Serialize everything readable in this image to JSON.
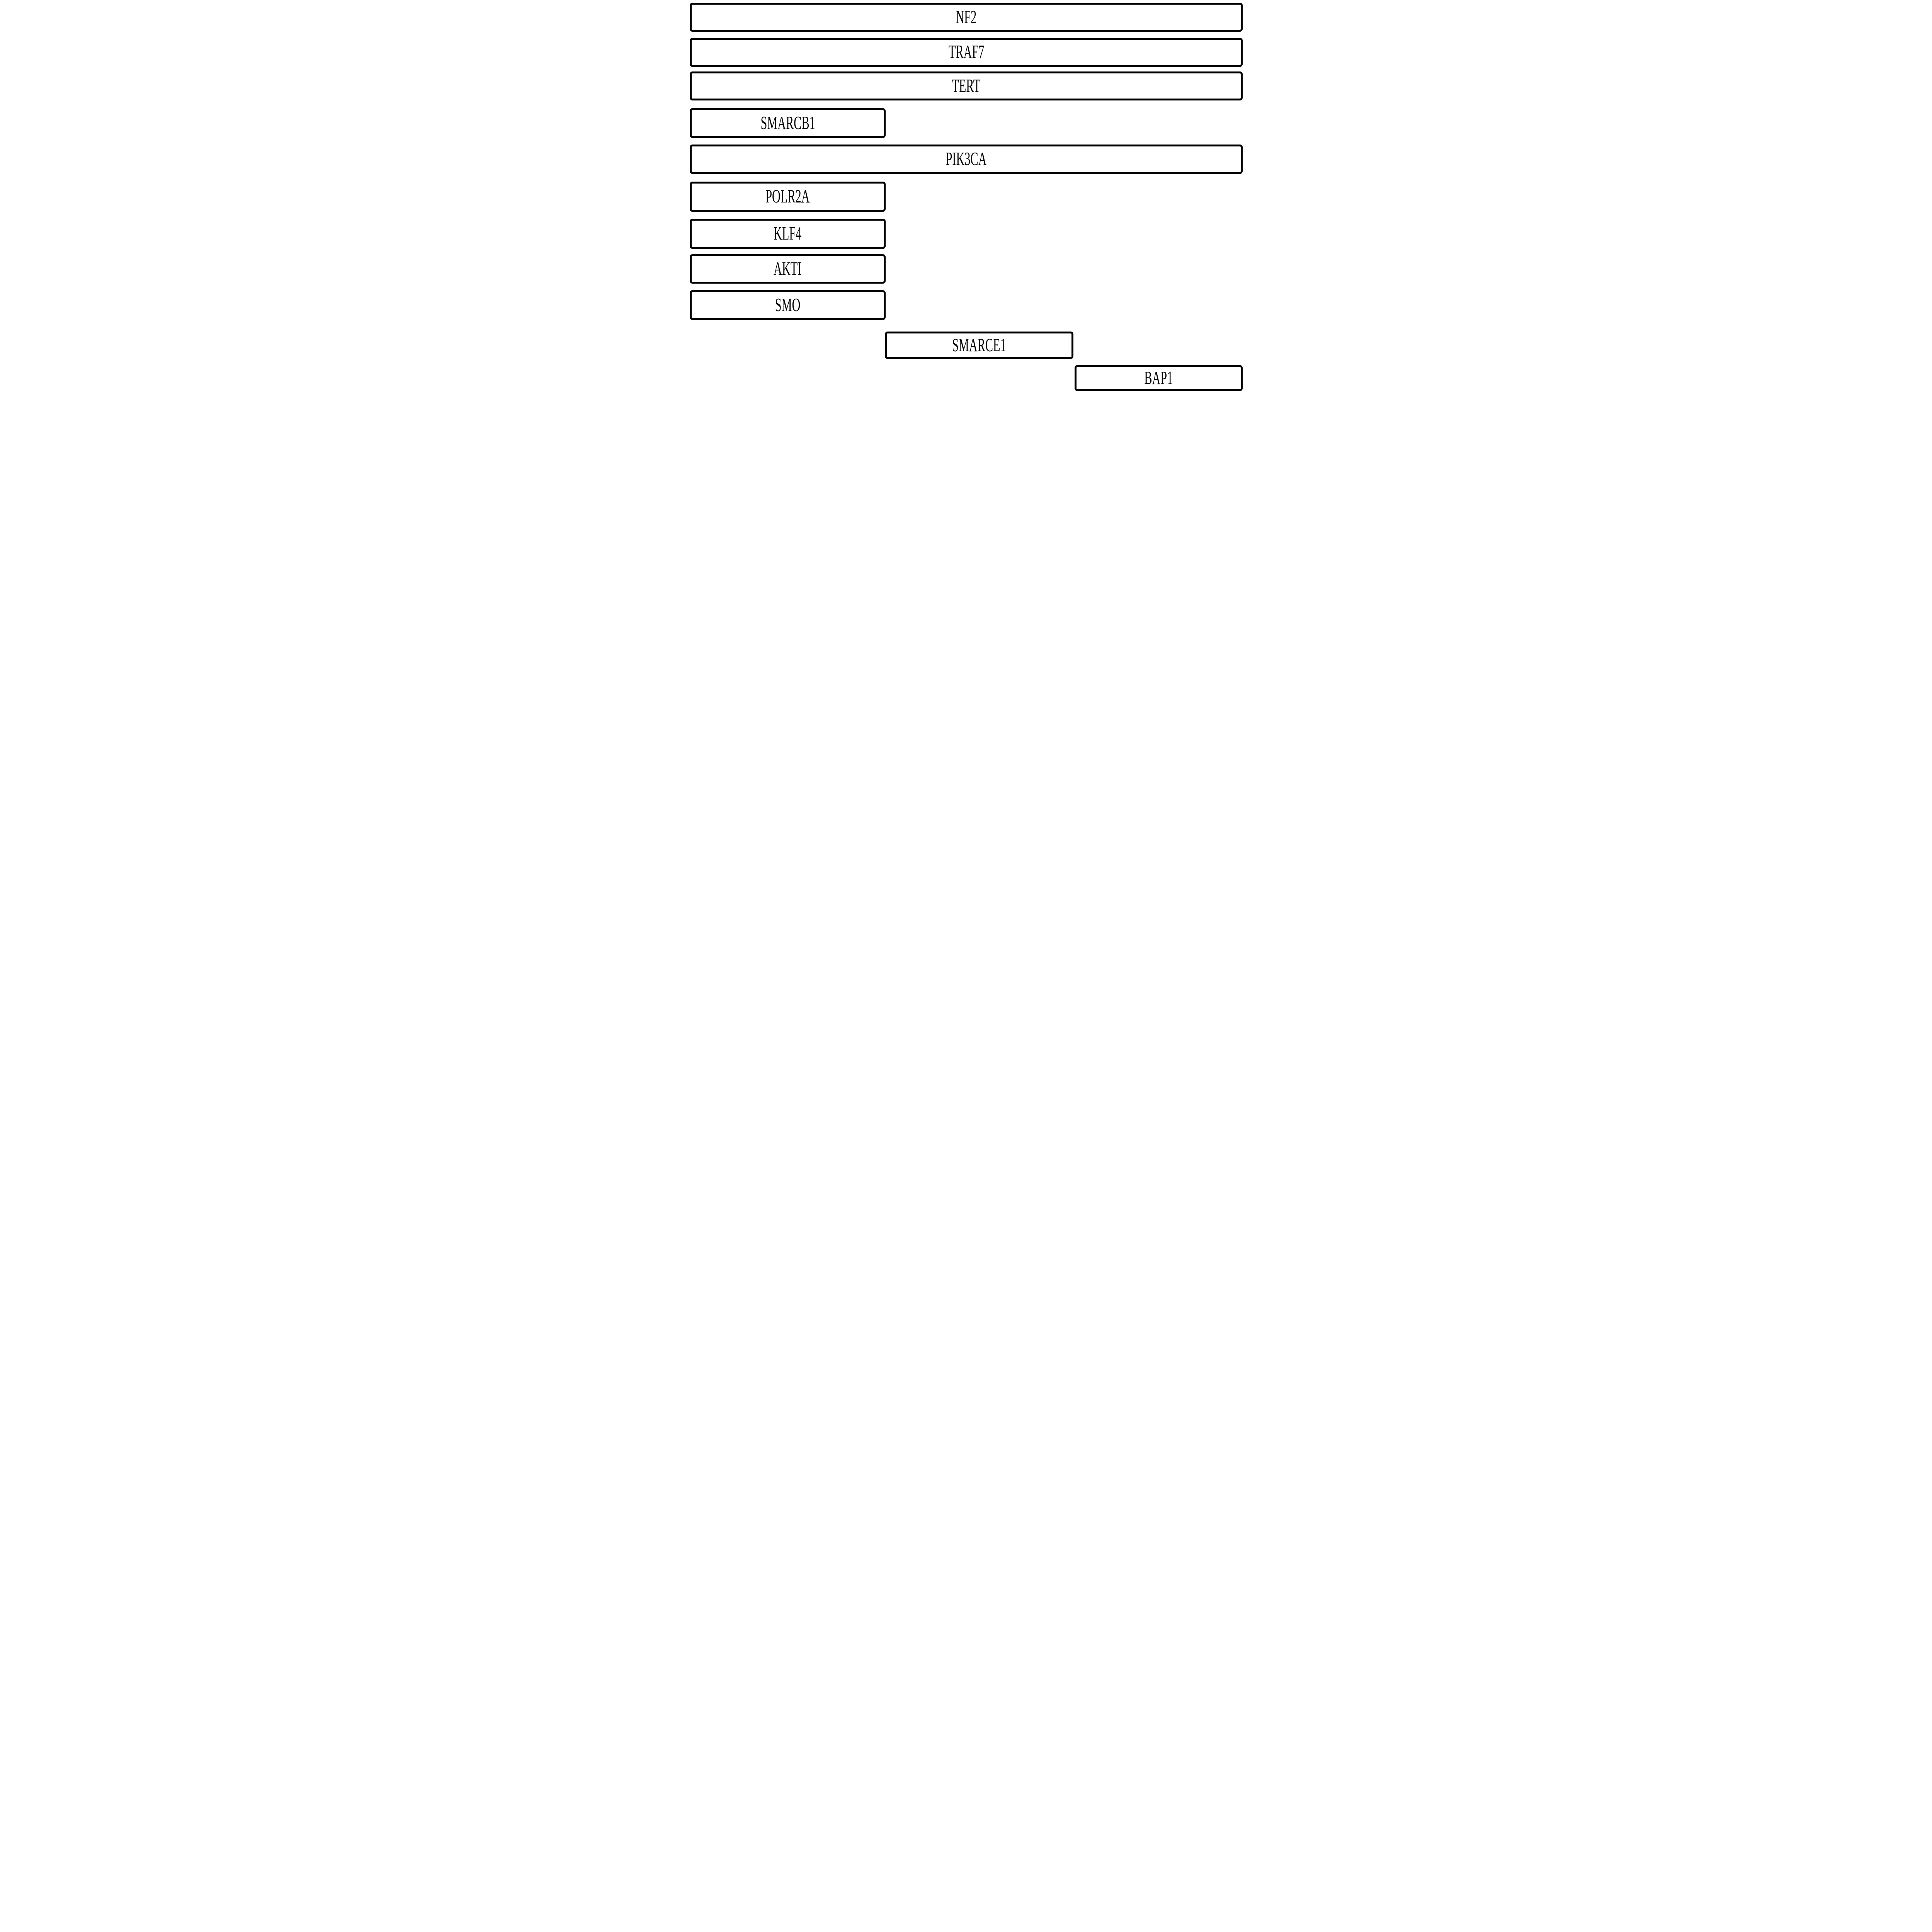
{
  "colors": {
    "border": "#000000",
    "background": "#ffffff"
  },
  "boxes": [
    {
      "label": "NF2"
    },
    {
      "label": "TRAF7"
    },
    {
      "label": "TERT"
    },
    {
      "label": "SMARCB1"
    },
    {
      "label": "PIK3CA"
    },
    {
      "label": "POLR2A"
    },
    {
      "label": "KLF4"
    },
    {
      "label": "AKTI"
    },
    {
      "label": "SMO"
    },
    {
      "label": "SMARCE1"
    },
    {
      "label": "BAP1"
    }
  ]
}
